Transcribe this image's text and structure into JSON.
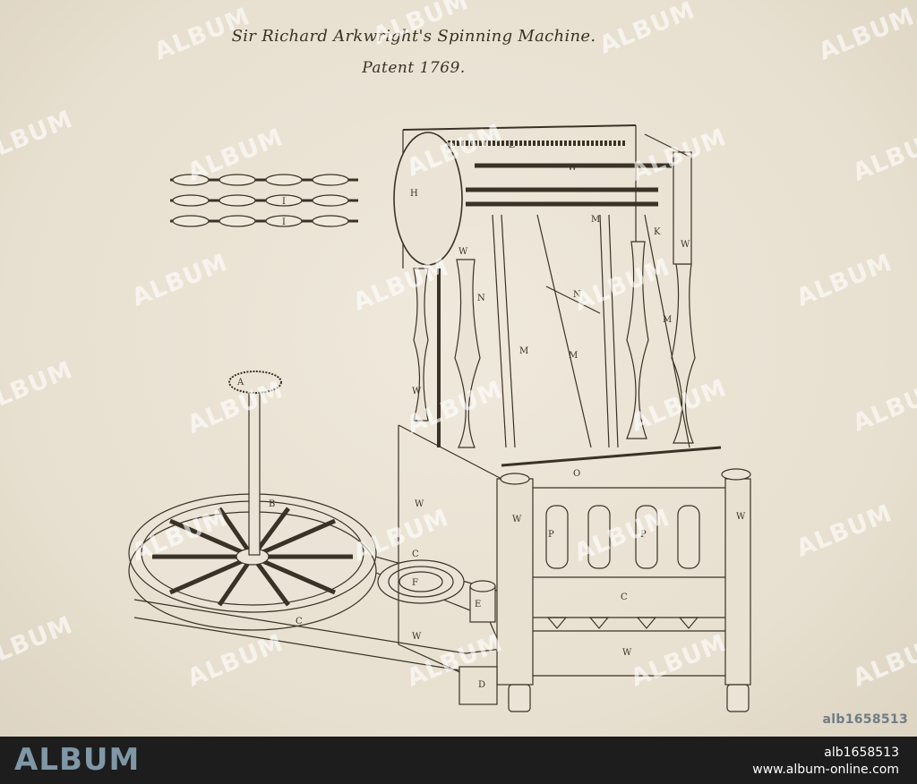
{
  "plate": {
    "title_line1": "Sir Richard Arkwright's Spinning Machine.",
    "title_line2": "Patent 1769."
  },
  "watermark": {
    "text": "ALBUM"
  },
  "image_id_corner": "alb1658513",
  "footer": {
    "brand": "ALBUM",
    "image_id": "alb1658513",
    "url": "www.album-online.com"
  },
  "labels": {
    "A": "A",
    "B": "B",
    "C": "C",
    "D": "D",
    "E": "E",
    "F": "F",
    "H": "H",
    "I": "I",
    "K": "K",
    "L": "L",
    "M": "M",
    "N": "N",
    "O": "O",
    "P": "P",
    "W": "W"
  },
  "colors": {
    "ink": "#3a3226",
    "paper": "#ebe4d6",
    "footer_bg": "#1d1d1d",
    "brand": "#7f97a6"
  }
}
